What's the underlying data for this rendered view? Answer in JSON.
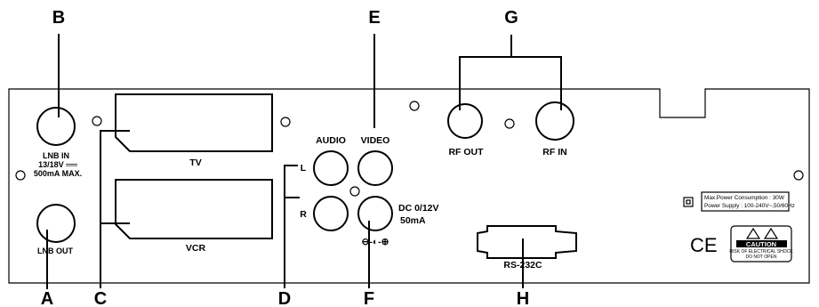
{
  "callouts": {
    "a": "A",
    "b": "B",
    "c": "C",
    "d": "D",
    "e": "E",
    "f": "F",
    "g": "G",
    "h": "H"
  },
  "panel_labels": {
    "lnb_in": "LNB IN",
    "lnb_spec_1": "13/18V ══",
    "lnb_spec_2": "500mA MAX.",
    "lnb_out": "LNB OUT",
    "tv": "TV",
    "vcr": "VCR",
    "audio": "AUDIO",
    "video": "VIDEO",
    "audio_l": "L",
    "audio_r": "R",
    "dc_1": "DC 0/12V",
    "dc_2": "50mA",
    "polarity": "⊖-◐-⊕",
    "rf_out": "RF OUT",
    "rf_in": "RF IN",
    "rs232c": "RS-232C",
    "power_consumption": "Max.Power Consumption : 30W",
    "power_supply": "Power Supply : 100-240V~,50/60Hz",
    "ce_mark": "CE",
    "caution": "CAUTION",
    "caution_line_1": "RISK OF ELECTRICAL SHOCK",
    "caution_line_2": "DO NOT OPEN"
  },
  "colors": {
    "stroke": "#000000",
    "background": "#ffffff",
    "caution_band": "#000000"
  }
}
